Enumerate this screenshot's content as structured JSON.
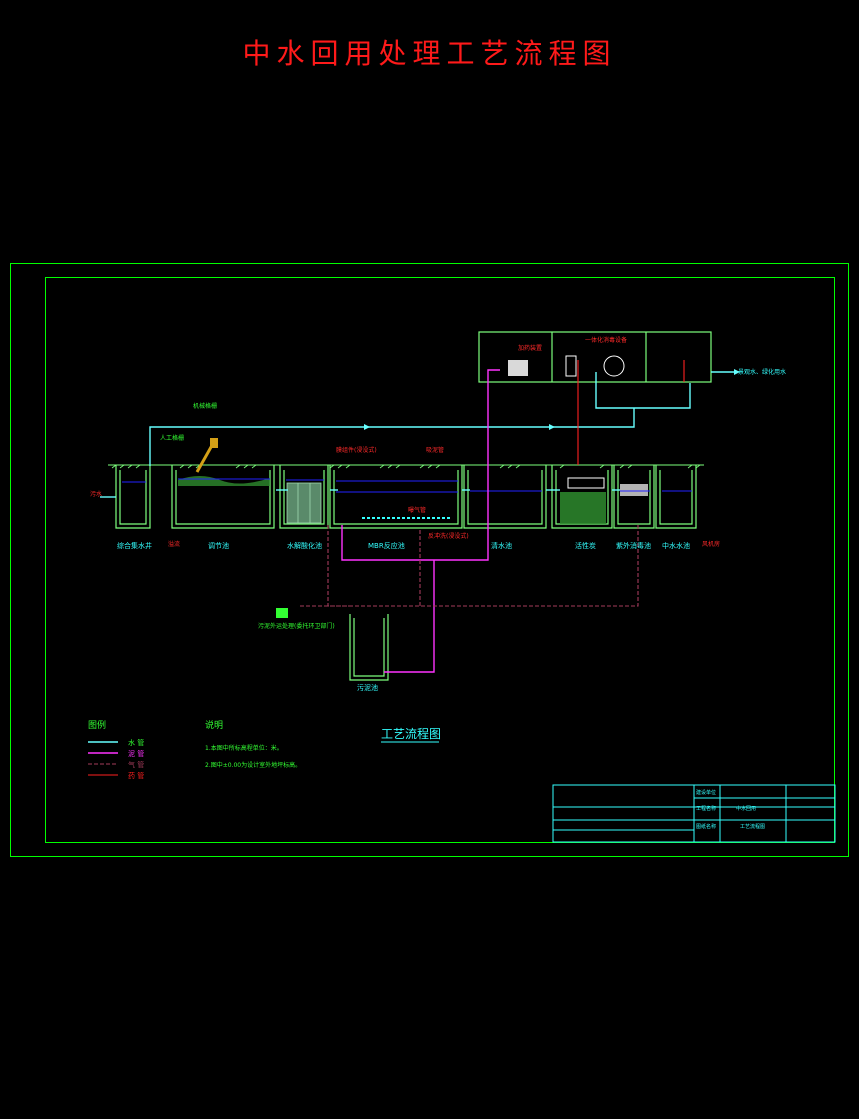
{
  "title": "中水回用处理工艺流程图",
  "colors": {
    "background": "#000000",
    "frame": "#00ff00",
    "title": "#ff1a1a",
    "structure": "#7dff7d",
    "water_pipe": "#66ffff",
    "sludge_pipe": "#ff33ff",
    "air_pipe": "#a33b5a",
    "dosing_pipe": "#ff2020",
    "water_level": "#2222ff",
    "label_red": "#ff2a2a",
    "label_cyan": "#33ffff",
    "label_green": "#33ff33",
    "label_yellow": "#ffff33"
  },
  "units": {
    "u1": {
      "name": "综合集水井"
    },
    "u2": {
      "name": "调节池"
    },
    "u3": {
      "name": "水解酸化池"
    },
    "u4": {
      "name": "MBR反应池"
    },
    "u5": {
      "name": "清水池"
    },
    "u6": {
      "name": "活性炭"
    },
    "u7": {
      "name": "紫外消毒池"
    },
    "u8": {
      "name": "中水水池"
    },
    "u9": {
      "name": "污泥池"
    }
  },
  "callouts": {
    "mech_grille": "机械格栅",
    "manual_grille": "人工格栅",
    "mbr_module": "膜组件(浸没式)",
    "aerator": "曝气管",
    "suction": "吸泥管",
    "backwash": "反冲洗(浸没式)",
    "sewage_inflow": "污水",
    "overflow": "溢流",
    "effluent": "景观水、绿化用水",
    "dosing_top": "加药装置",
    "dosing_top2": "一体化消毒设备",
    "sludge_disposal": "污泥外运处理(委托环卫部门)",
    "blower_room": "风机房",
    "drawing_label": "工艺流程图"
  },
  "legend": {
    "heading": "图例",
    "items": [
      {
        "label": "水 管"
      },
      {
        "label": "泥 管"
      },
      {
        "label": "气 管"
      },
      {
        "label": "药 管"
      }
    ]
  },
  "notes": {
    "heading": "说明",
    "items": [
      "1.本图中所标高程单位：米。",
      "2.图中±0.00为设计室外地坪标高。"
    ]
  },
  "title_block": {
    "label_1": "建设单位",
    "value_1": "",
    "label_2": "工程名称",
    "value_2": "中水回用",
    "label_3": "图纸名称",
    "value_3": "工艺流程图"
  }
}
